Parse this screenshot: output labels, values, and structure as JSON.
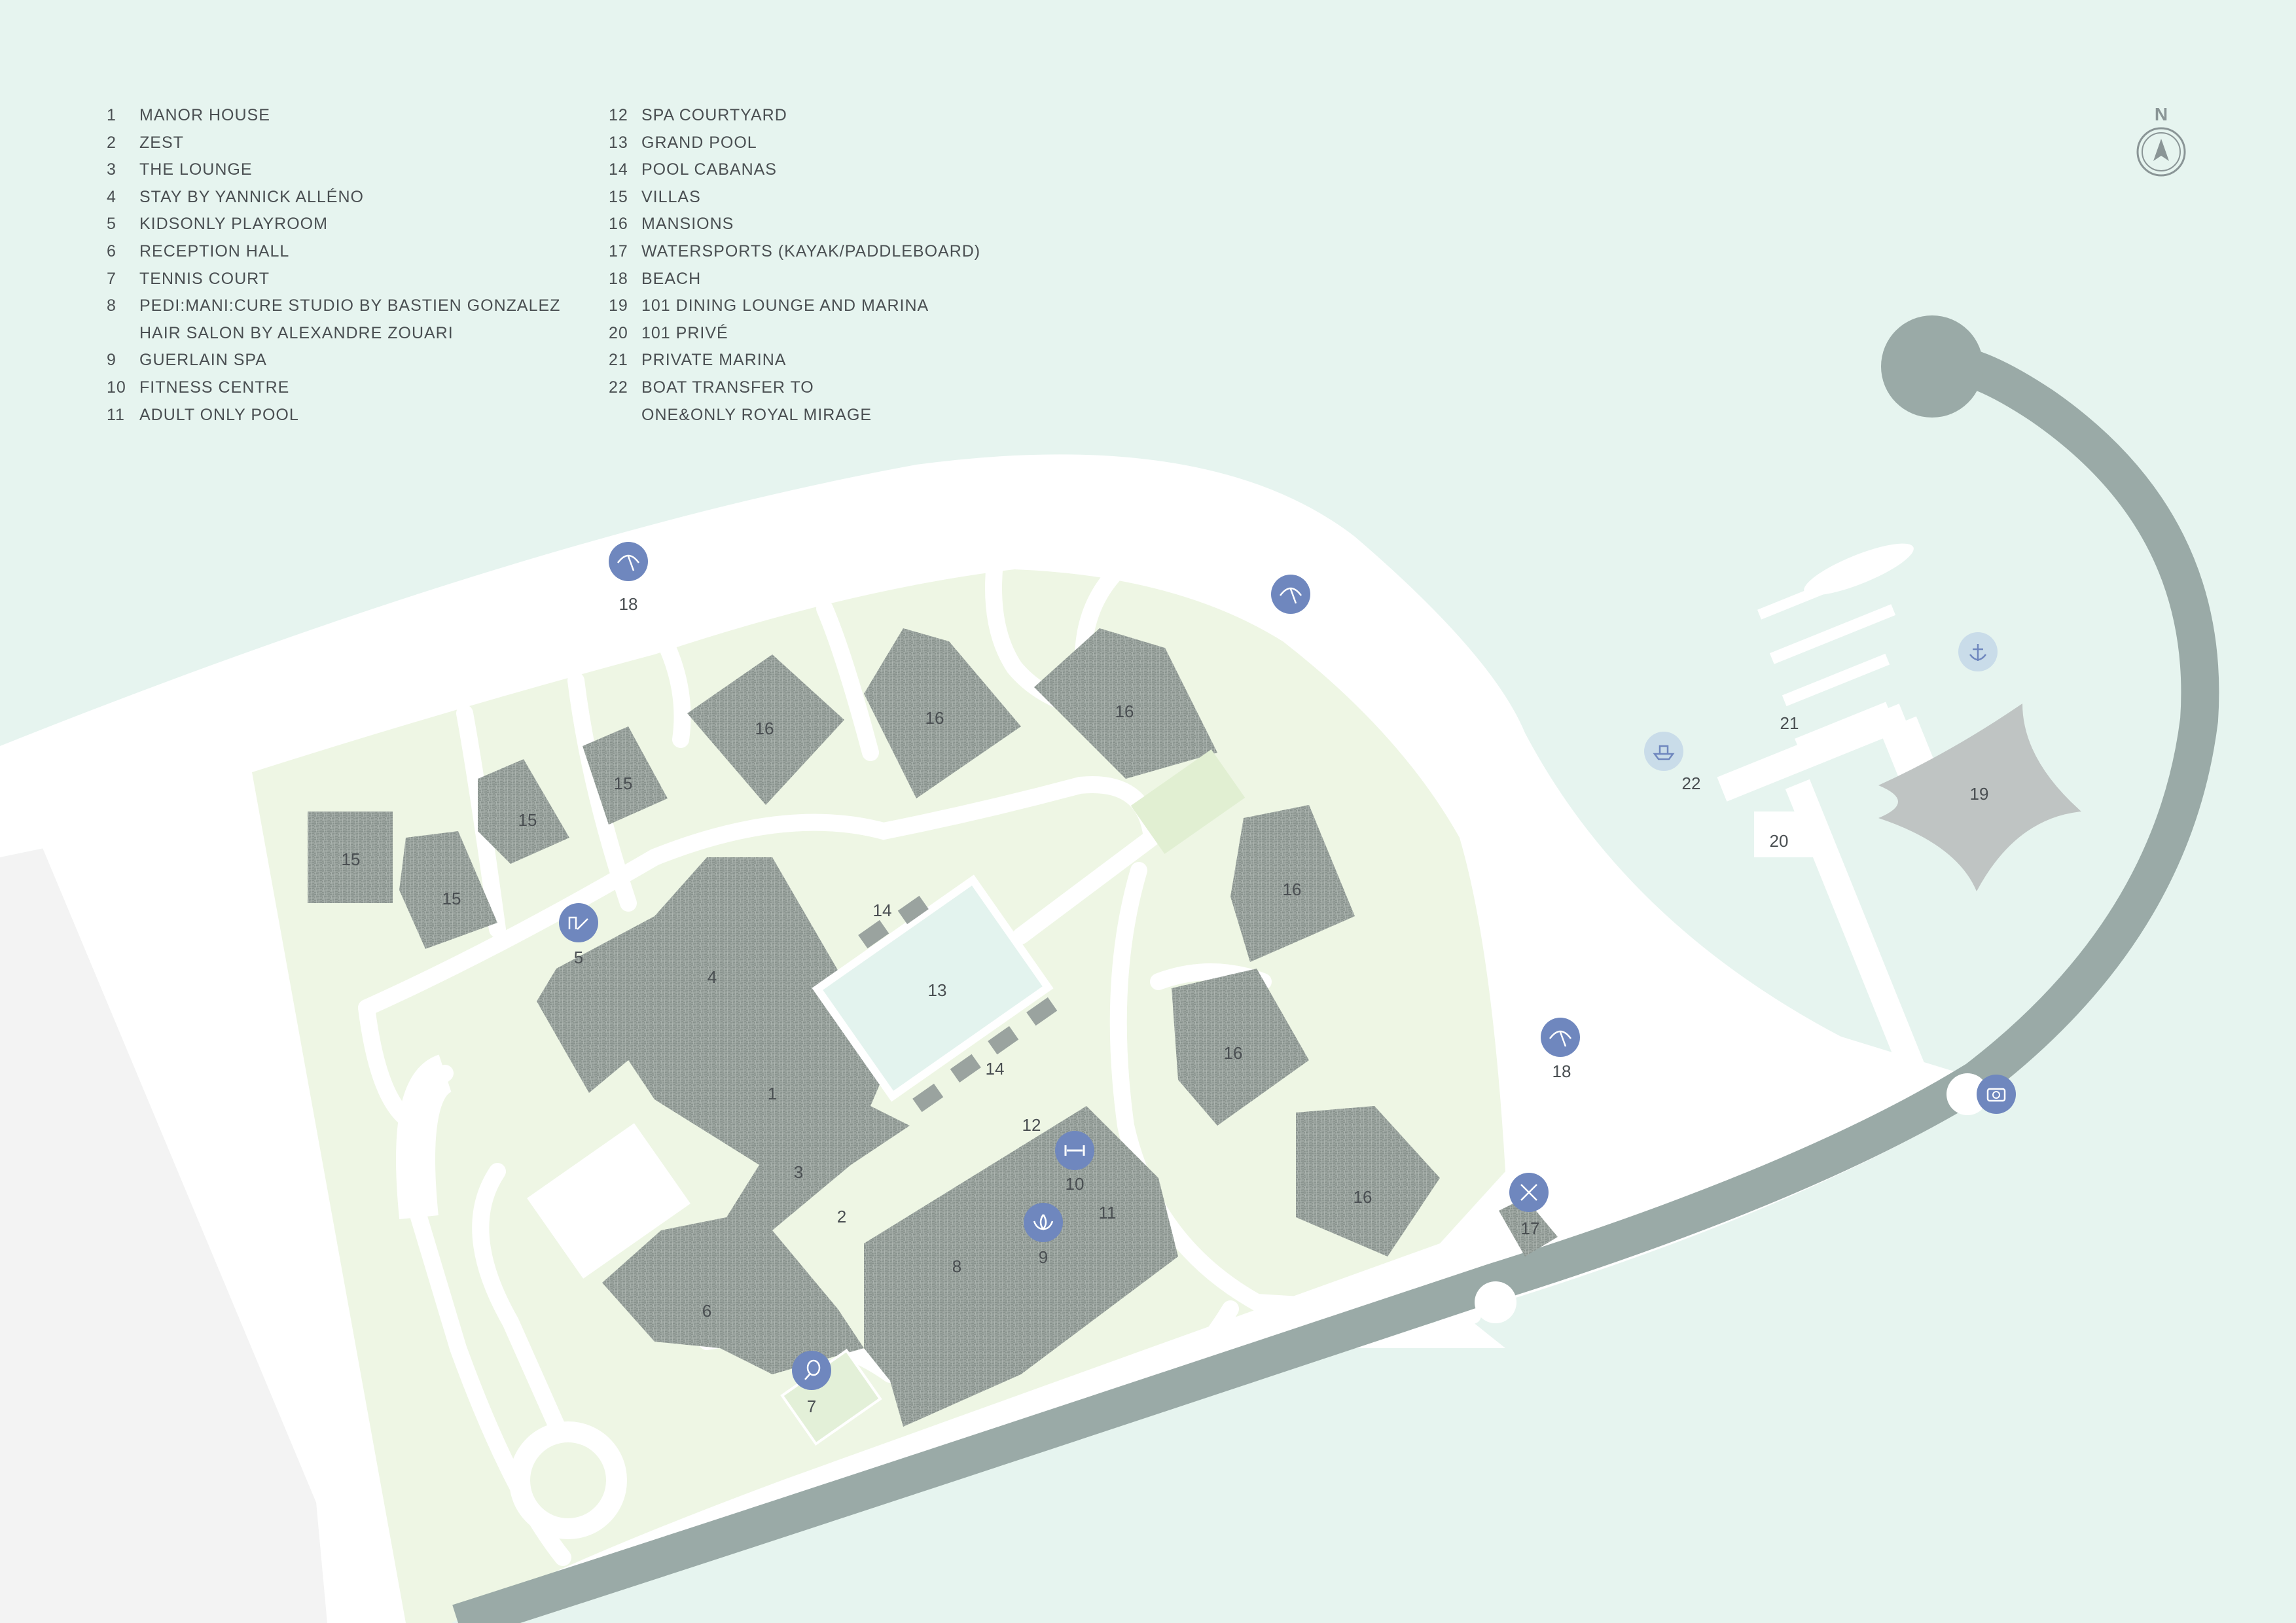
{
  "legend": {
    "col1": [
      {
        "num": "1",
        "label": "MANOR HOUSE"
      },
      {
        "num": "2",
        "label": "ZEST"
      },
      {
        "num": "3",
        "label": "THE LOUNGE"
      },
      {
        "num": "4",
        "label": "STAY BY YANNICK ALLÉNO"
      },
      {
        "num": "5",
        "label": "KIDSONLY PLAYROOM"
      },
      {
        "num": "6",
        "label": "RECEPTION HALL"
      },
      {
        "num": "7",
        "label": "TENNIS COURT"
      },
      {
        "num": "8",
        "label": "PEDI:MANI:CURE STUDIO BY BASTIEN GONZALEZ"
      },
      {
        "num": "",
        "label": "HAIR SALON BY ALEXANDRE ZOUARI"
      },
      {
        "num": "9",
        "label": "GUERLAIN SPA"
      },
      {
        "num": "10",
        "label": "FITNESS CENTRE"
      },
      {
        "num": "11",
        "label": "ADULT ONLY POOL"
      }
    ],
    "col2": [
      {
        "num": "12",
        "label": "SPA COURTYARD"
      },
      {
        "num": "13",
        "label": "GRAND POOL"
      },
      {
        "num": "14",
        "label": "POOL CABANAS"
      },
      {
        "num": "15",
        "label": "VILLAS"
      },
      {
        "num": "16",
        "label": "MANSIONS"
      },
      {
        "num": "17",
        "label": "WATERSPORTS (KAYAK/PADDLEBOARD)"
      },
      {
        "num": "18",
        "label": "BEACH"
      },
      {
        "num": "19",
        "label": "101 DINING LOUNGE AND MARINA"
      },
      {
        "num": "20",
        "label": "101 PRIVÉ"
      },
      {
        "num": "21",
        "label": "PRIVATE MARINA"
      },
      {
        "num": "22",
        "label": "BOAT TRANSFER TO"
      },
      {
        "num": "",
        "label": "ONE&ONLY ROYAL MIRAGE"
      }
    ]
  },
  "compass": {
    "label": "N"
  },
  "colors": {
    "sea": "#e6f4ef",
    "land": "#eef6e4",
    "sand": "#ffffff",
    "road": "#9aaaa7",
    "building": "#9aa39f",
    "pool": "#e3f3ee",
    "marker": "#6f87be",
    "marker_light": "#c9dce9",
    "off_site": "#f3f3f3"
  },
  "map_labels": {
    "n1": "1",
    "n2": "2",
    "n3": "3",
    "n4": "4",
    "n5": "5",
    "n6": "6",
    "n7": "7",
    "n8": "8",
    "n9": "9",
    "n10": "10",
    "n11": "11",
    "n12": "12",
    "n13": "13",
    "n14a": "14",
    "n14b": "14",
    "n15a": "15",
    "n15b": "15",
    "n15c": "15",
    "n15d": "15",
    "n16a": "16",
    "n16b": "16",
    "n16c": "16",
    "n16d": "16",
    "n16e": "16",
    "n16f": "16",
    "n17": "17",
    "n18a": "18",
    "n18b": "18",
    "n19": "19",
    "n20": "20",
    "n21": "21",
    "n22": "22"
  },
  "markers": [
    {
      "name": "beach-umbrella-icon",
      "color": "dark"
    },
    {
      "name": "beach-umbrella-icon",
      "color": "dark"
    },
    {
      "name": "beach-umbrella-icon",
      "color": "dark"
    },
    {
      "name": "kids-playroom-icon",
      "color": "dark"
    },
    {
      "name": "fitness-dumbbell-icon",
      "color": "dark"
    },
    {
      "name": "spa-lotus-icon",
      "color": "dark"
    },
    {
      "name": "tennis-racket-icon",
      "color": "dark"
    },
    {
      "name": "watersports-paddle-icon",
      "color": "dark"
    },
    {
      "name": "camera-icon",
      "color": "dark"
    },
    {
      "name": "anchor-icon",
      "color": "light"
    },
    {
      "name": "boat-transfer-icon",
      "color": "light"
    }
  ]
}
